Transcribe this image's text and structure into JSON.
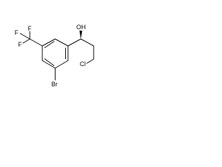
{
  "molecule": {
    "atoms": {
      "hydroxyl": "OH",
      "chlorine": "Cl",
      "bromine": "Br",
      "fluorine_top": "F",
      "fluorine_left": "F",
      "fluorine_bottom": "F"
    },
    "colors": {
      "bond": "#000000",
      "background": "#ffffff"
    }
  }
}
